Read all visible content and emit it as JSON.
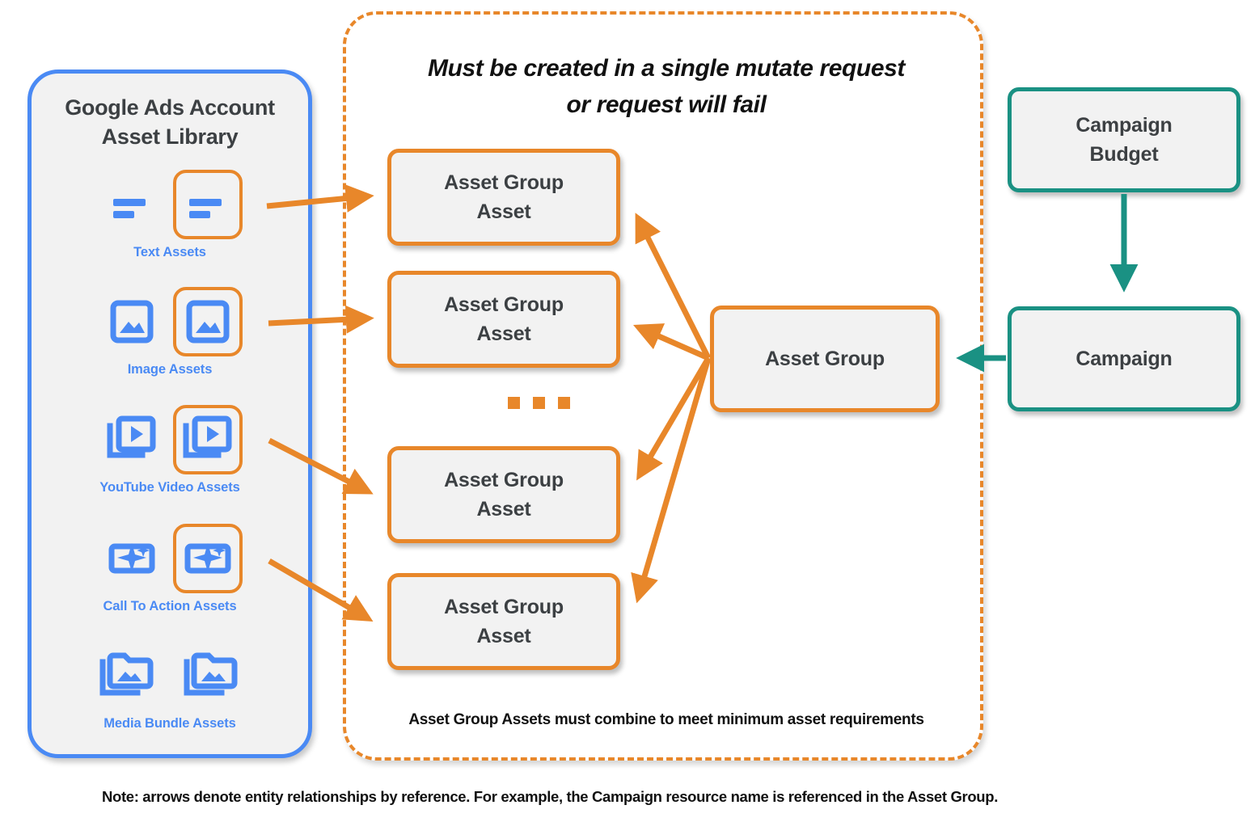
{
  "library": {
    "title_line1": "Google Ads Account",
    "title_line2": "Asset Library",
    "assets": [
      {
        "icon": "text-asset-icon",
        "label": "Text Assets"
      },
      {
        "icon": "image-asset-icon",
        "label": "Image Assets"
      },
      {
        "icon": "youtube-video-asset-icon",
        "label": "YouTube Video  Assets"
      },
      {
        "icon": "call-to-action-asset-icon",
        "label": "Call To Action Assets"
      },
      {
        "icon": "media-bundle-asset-icon",
        "label": "Media Bundle  Assets"
      }
    ]
  },
  "mutate": {
    "heading_line1": "Must be created in a single mutate request",
    "heading_line2": "or request will fail",
    "footer": "Asset Group Assets must combine to meet minimum asset requirements",
    "ellipsis": "..."
  },
  "nodes": {
    "asset_group_asset": "Asset Group\nAsset",
    "asset_group_asset_l1": "Asset Group",
    "asset_group_asset_l2": "Asset",
    "asset_group": "Asset Group",
    "campaign_budget_l1": "Campaign",
    "campaign_budget_l2": "Budget",
    "campaign": "Campaign"
  },
  "footer_note": "Note: arrows denote entity relationships by reference. For example, the Campaign resource name is referenced in the Asset Group.",
  "colors": {
    "orange": "#e8872a",
    "blue": "#4a8af4",
    "teal": "#1a9183",
    "node_fill": "#f2f2f2",
    "text_dark": "#3c4043"
  }
}
